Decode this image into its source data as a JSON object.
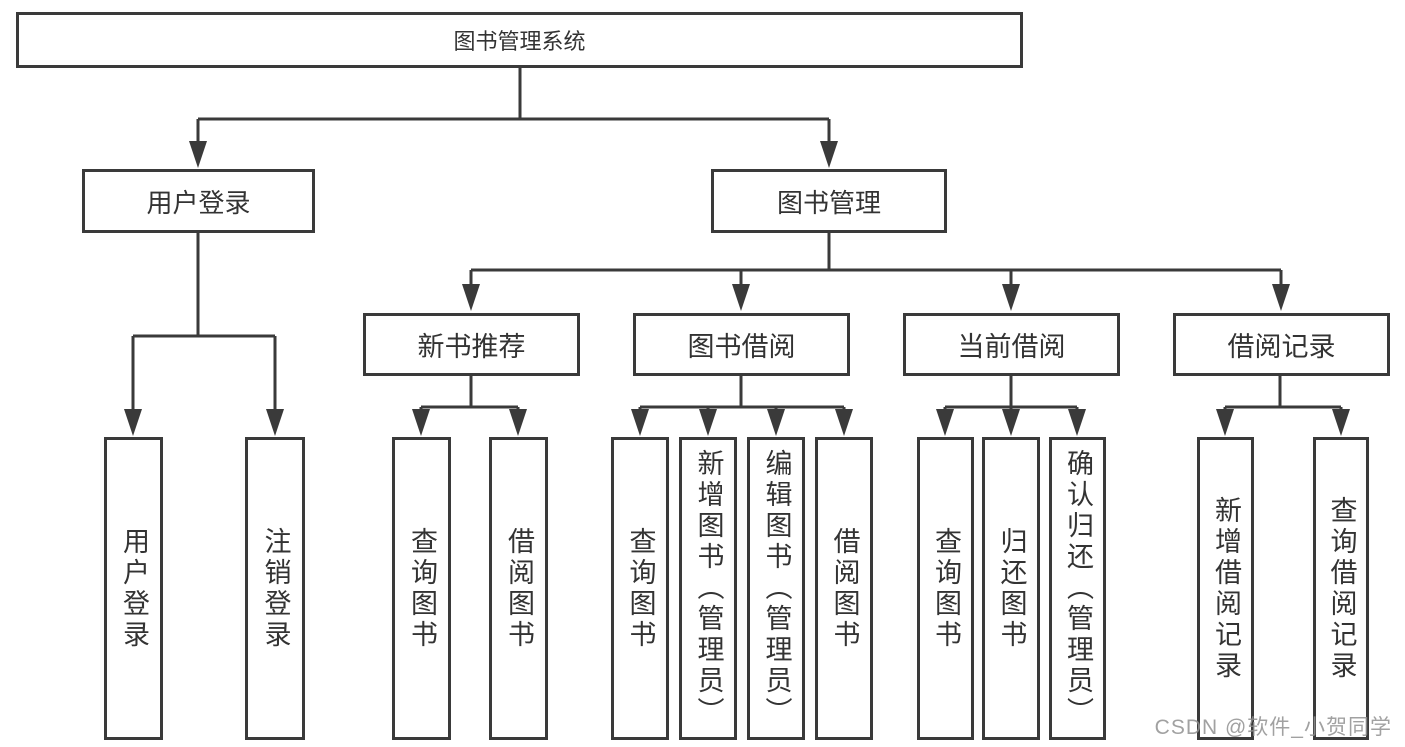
{
  "diagram": {
    "title": "图书管理系统",
    "tree": {
      "root": {
        "label": "图书管理系统"
      },
      "level2": [
        {
          "label": "用户登录",
          "children": [
            {
              "label": "用户登录"
            },
            {
              "label": "注销登录"
            }
          ]
        },
        {
          "label": "图书管理",
          "children": [
            {
              "label": "新书推荐",
              "children": [
                {
                  "label": "查询图书"
                },
                {
                  "label": "借阅图书"
                }
              ]
            },
            {
              "label": "图书借阅",
              "children": [
                {
                  "label": "查询图书"
                },
                {
                  "label": "新增图书（管理员）"
                },
                {
                  "label": "编辑图书（管理员）"
                },
                {
                  "label": "借阅图书"
                }
              ]
            },
            {
              "label": "当前借阅",
              "children": [
                {
                  "label": "查询图书"
                },
                {
                  "label": "归还图书"
                },
                {
                  "label": "确认归还（管理员）"
                }
              ]
            },
            {
              "label": "借阅记录",
              "children": [
                {
                  "label": "新增借阅记录"
                },
                {
                  "label": "查询借阅记录"
                }
              ]
            }
          ]
        }
      ]
    }
  },
  "watermark": {
    "text": "CSDN @软件_小贺同学"
  },
  "colors": {
    "line": "#3a3a3a",
    "box_border": "#3a3a3a",
    "text": "#333333",
    "background": "#ffffff",
    "watermark": "#919191"
  }
}
